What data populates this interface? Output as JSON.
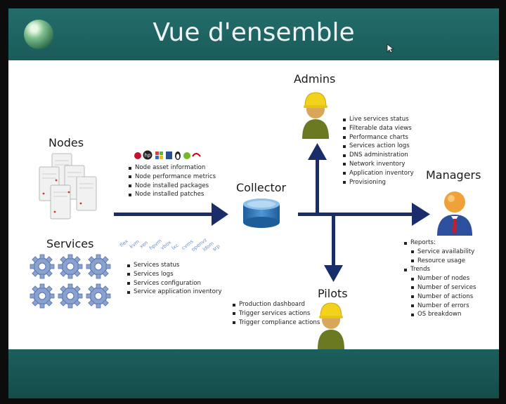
{
  "title": "Vue d'ensemble",
  "nodes": {
    "label": "Nodes",
    "items": [
      "Node asset information",
      "Node performance metrics",
      "Node installed packages",
      "Node installed patches"
    ]
  },
  "services": {
    "label": "Services",
    "items": [
      "Services status",
      "Services logs",
      "Services configuration",
      "Service application inventory"
    ],
    "tools": [
      "flex",
      "kvm",
      "xen",
      "hpvm",
      "vbox",
      "lxc",
      "cvms",
      "openvz",
      "ldom",
      "srp"
    ]
  },
  "collector": {
    "label": "Collector"
  },
  "admins": {
    "label": "Admins",
    "items": [
      "Live services status",
      "Filterable data views",
      "Performance charts",
      "Services action logs",
      "DNS administration",
      "Network inventory",
      "Application inventory",
      "Provisioning"
    ]
  },
  "managers": {
    "label": "Managers",
    "items": [
      {
        "text": "Reports:",
        "level": 1
      },
      {
        "text": "Service availability",
        "level": 2
      },
      {
        "text": "Resource usage",
        "level": 2
      },
      {
        "text": "Trends",
        "level": 1
      },
      {
        "text": "Number of nodes",
        "level": 2
      },
      {
        "text": "Number of services",
        "level": 2
      },
      {
        "text": "Number of actions",
        "level": 2
      },
      {
        "text": "Number of errors",
        "level": 2
      },
      {
        "text": "OS breakdown",
        "level": 2
      }
    ]
  },
  "pilots": {
    "label": "Pilots",
    "items": [
      "Production dashboard",
      "Trigger services actions",
      "Trigger compliance actions"
    ]
  },
  "os_icons": [
    "debian-icon",
    "hp-icon",
    "windows-icon",
    "linux-tux-icon",
    "suse-icon",
    "redhat-icon"
  ],
  "colors": {
    "header_bg": "#1e6462",
    "arrow": "#1a2d6b",
    "content_bg": "#ffffff"
  }
}
